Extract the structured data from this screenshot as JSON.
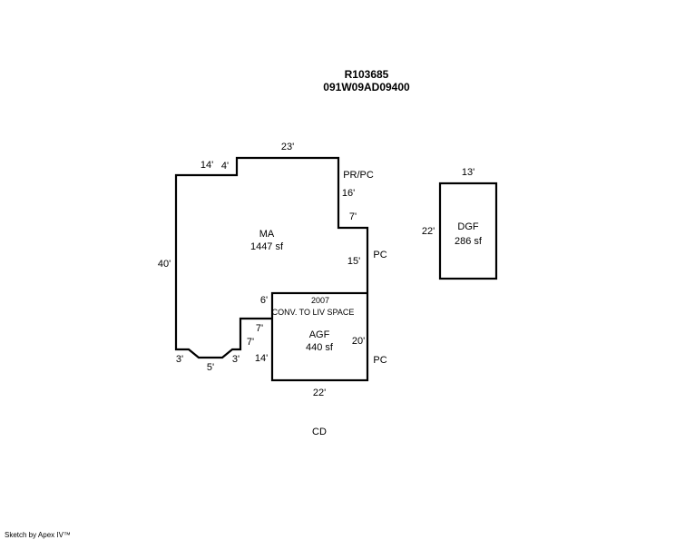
{
  "header": {
    "parcel_id": "R103685",
    "map_id": "091W09AD09400"
  },
  "areas": {
    "ma": {
      "code": "MA",
      "size": "1447 sf"
    },
    "agf": {
      "code": "AGF",
      "size": "440 sf",
      "year": "2007",
      "note": "CONV. TO LIV SPACE"
    },
    "dgf": {
      "code": "DGF",
      "size": "286 sf"
    }
  },
  "dimensions": {
    "top_23": "23'",
    "top_14": "14'",
    "top_4": "4'",
    "right_16": "16'",
    "right_7": "7'",
    "right_15": "15'",
    "left_40": "40'",
    "mid_6": "6'",
    "agf_7a": "7'",
    "agf_7b": "7'",
    "agf_14": "14'",
    "agf_20": "20'",
    "agf_22": "22'",
    "bot_3a": "3'",
    "bot_5": "5'",
    "bot_3b": "3'",
    "dgf_13": "13'",
    "dgf_22": "22'"
  },
  "labels": {
    "pr_pc": "PR/PC",
    "pc_1": "PC",
    "pc_2": "PC",
    "cd": "CD"
  },
  "footer": {
    "credit": "Sketch by Apex IV™"
  }
}
